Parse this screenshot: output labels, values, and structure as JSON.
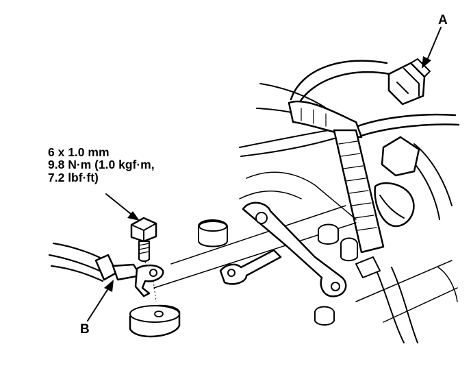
{
  "callouts": {
    "a": "A",
    "b": "B"
  },
  "spec": {
    "line1": "6 x 1.0 mm",
    "line2": "9.8 N·m (1.0 kgf·m,",
    "line3": "7.2 lbf·ft)"
  }
}
